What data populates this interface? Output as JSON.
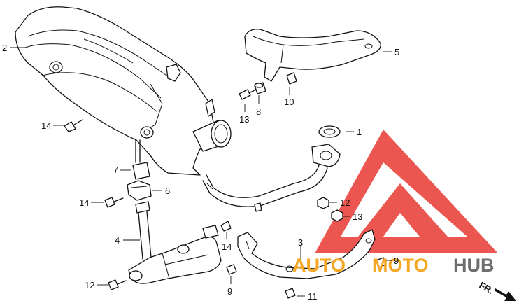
{
  "diagram": {
    "callouts": [
      {
        "id": "c1",
        "label": "1"
      },
      {
        "id": "c2",
        "label": "2"
      },
      {
        "id": "c3",
        "label": "3"
      },
      {
        "id": "c4",
        "label": "4"
      },
      {
        "id": "c5",
        "label": "5"
      },
      {
        "id": "c6",
        "label": "6"
      },
      {
        "id": "c7",
        "label": "7"
      },
      {
        "id": "c8",
        "label": "8"
      },
      {
        "id": "c9a",
        "label": "9"
      },
      {
        "id": "c9b",
        "label": "9"
      },
      {
        "id": "c10",
        "label": "10"
      },
      {
        "id": "c11",
        "label": "11"
      },
      {
        "id": "c12a",
        "label": "12"
      },
      {
        "id": "c12b",
        "label": "12"
      },
      {
        "id": "c13a",
        "label": "13"
      },
      {
        "id": "c13b",
        "label": "13"
      },
      {
        "id": "c14a",
        "label": "14"
      },
      {
        "id": "c14b",
        "label": "14"
      },
      {
        "id": "c14c",
        "label": "14"
      }
    ],
    "direction_label": "FR."
  },
  "watermark": {
    "text_auto": "AUTO",
    "text_moto": "MOTO",
    "text_hub": "HUB",
    "color_red": "#e8312a",
    "color_orange": "#f5a623",
    "color_gray": "#6d6d6d"
  }
}
